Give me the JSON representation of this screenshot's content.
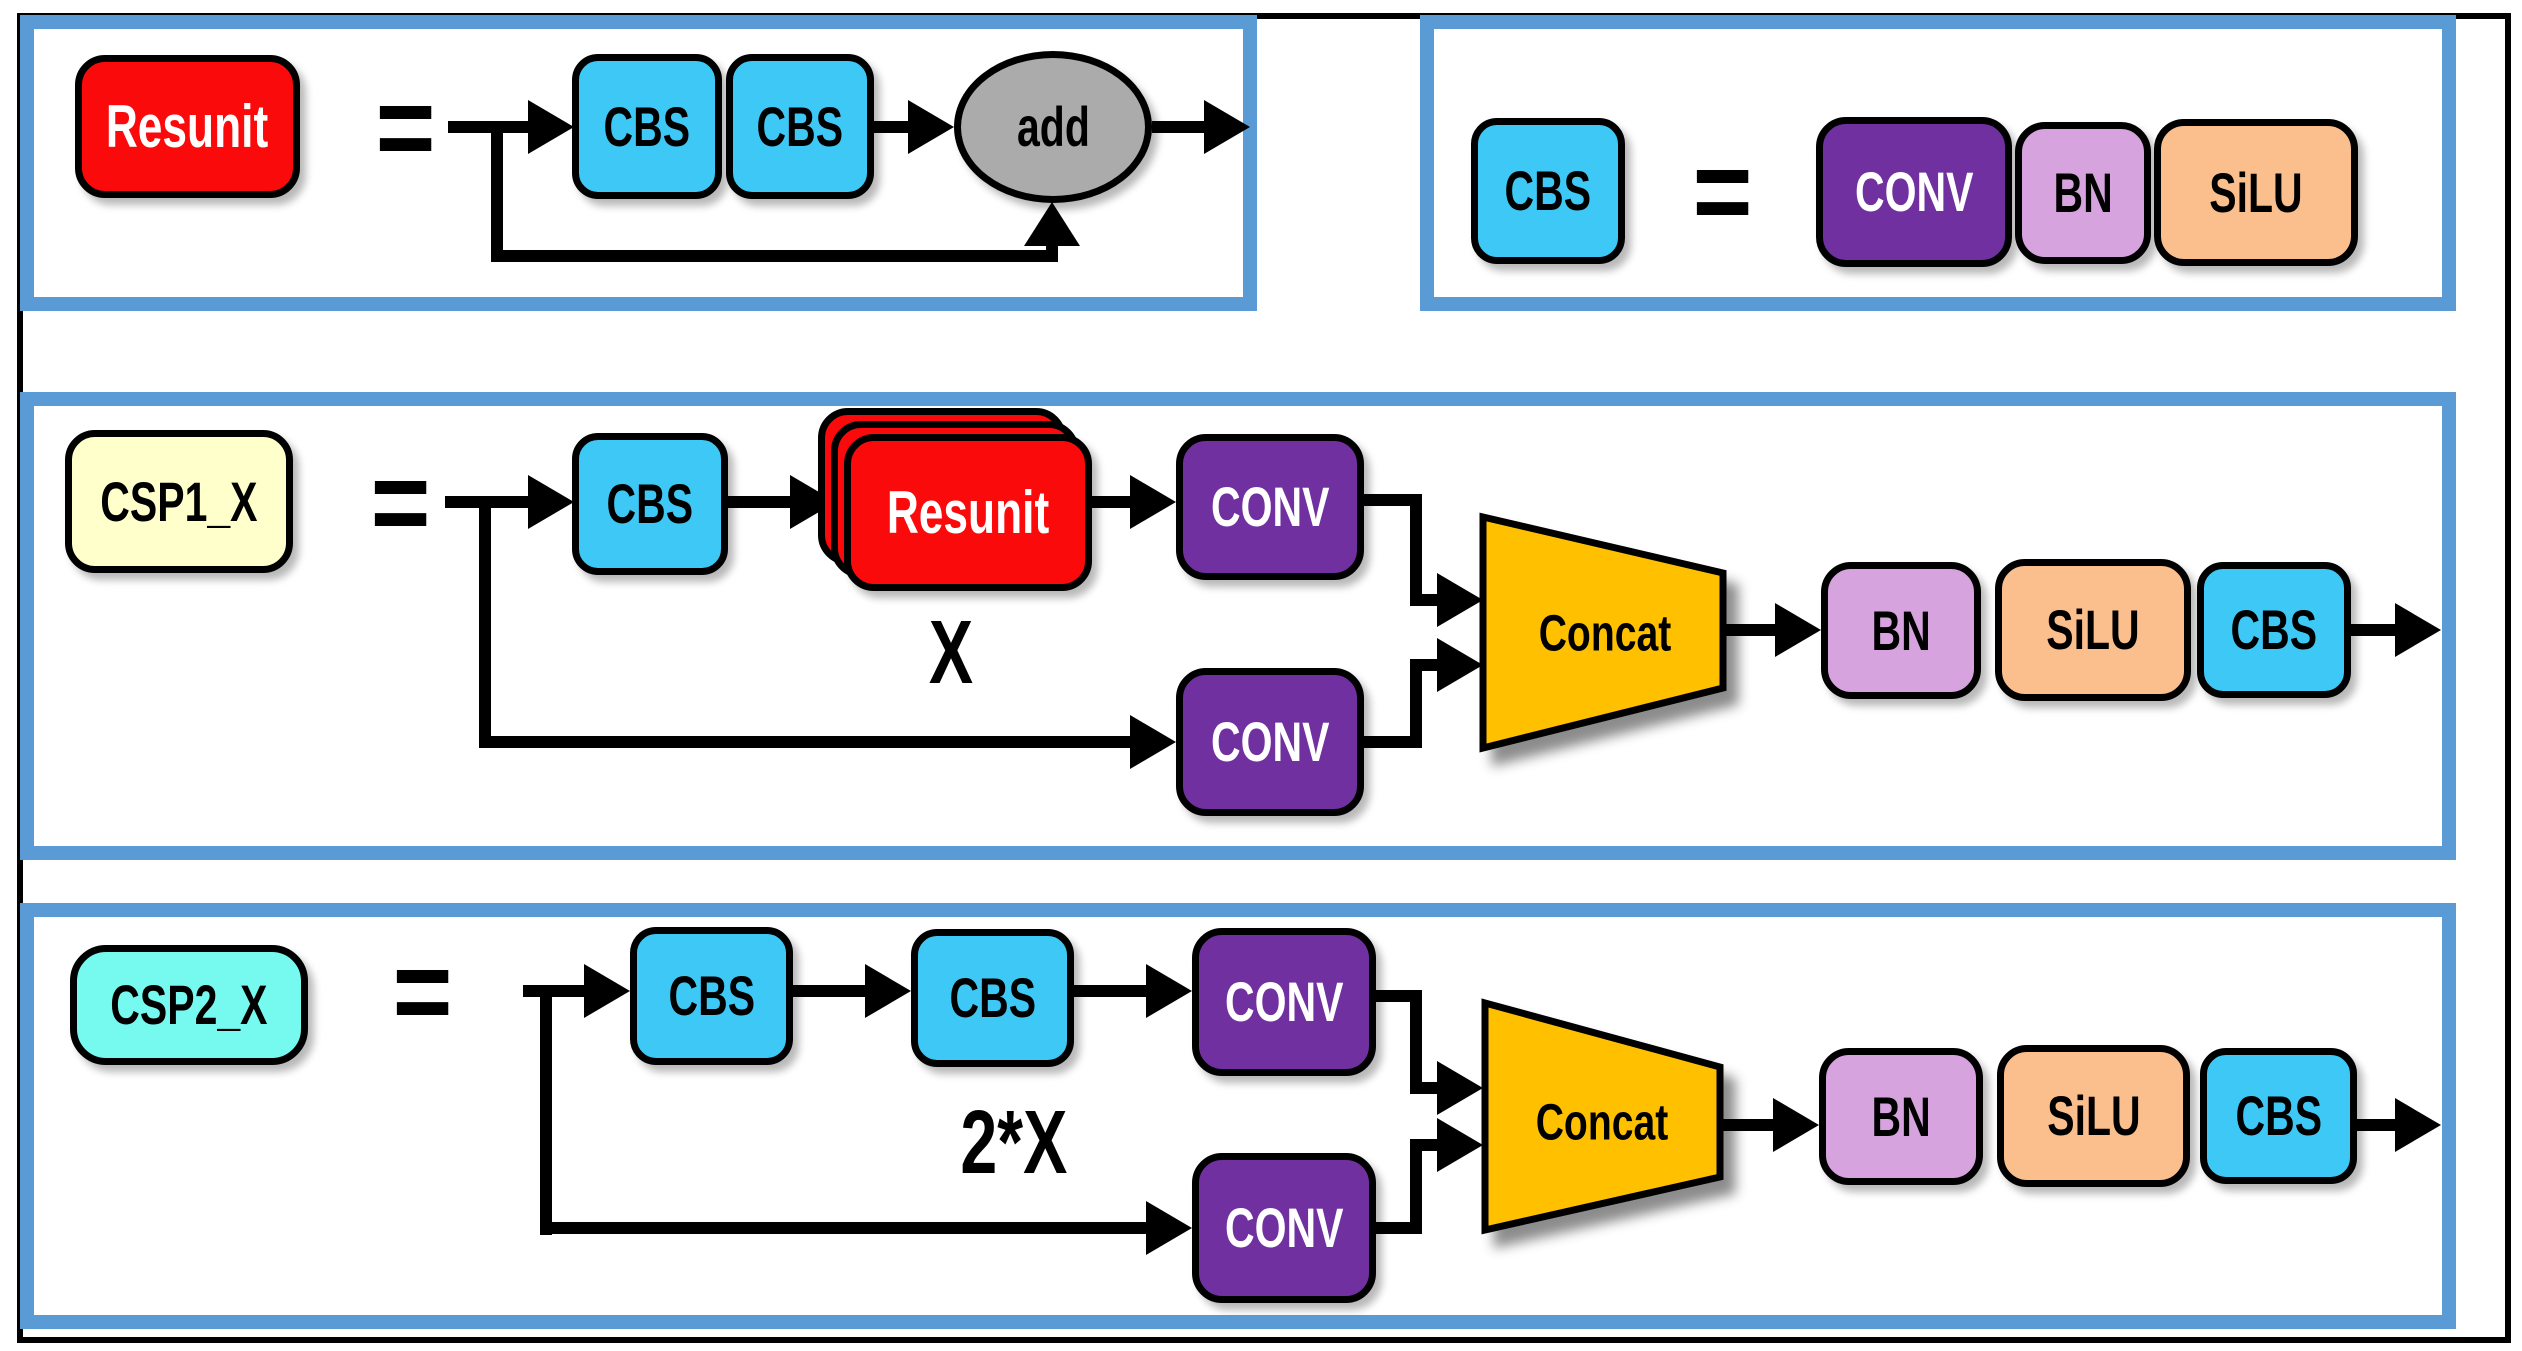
{
  "colors": {
    "panel_border": "#5B9BD5",
    "frame": "#000000",
    "red": "#FA0A0A",
    "cyan": "#3EC8F5",
    "purple": "#7030A0",
    "plum": "#D6A3DE",
    "peach": "#FBBE8D",
    "orange": "#FFC000",
    "gray": "#ABABAB",
    "pale_yellow": "#FFFFCC",
    "aqua": "#76F9EF"
  },
  "panel_resunit": {
    "lhs": "Resunit",
    "equals": "=",
    "cbs1": "CBS",
    "cbs2": "CBS",
    "add": "add"
  },
  "panel_cbs": {
    "lhs": "CBS",
    "equals": "=",
    "conv": "CONV",
    "bn": "BN",
    "silu": "SiLU"
  },
  "panel_csp1": {
    "lhs": "CSP1_X",
    "equals": "=",
    "cbs_in": "CBS",
    "resunit": "Resunit",
    "repeat": "X",
    "conv_top": "CONV",
    "conv_bottom": "CONV",
    "concat": "Concat",
    "bn": "BN",
    "silu": "SiLU",
    "cbs_out": "CBS"
  },
  "panel_csp2": {
    "lhs": "CSP2_X",
    "equals": "=",
    "cbs1": "CBS",
    "cbs2": "CBS",
    "repeat": "2*X",
    "conv_top": "CONV",
    "conv_bottom": "CONV",
    "concat": "Concat",
    "bn": "BN",
    "silu": "SiLU",
    "cbs_out": "CBS"
  }
}
